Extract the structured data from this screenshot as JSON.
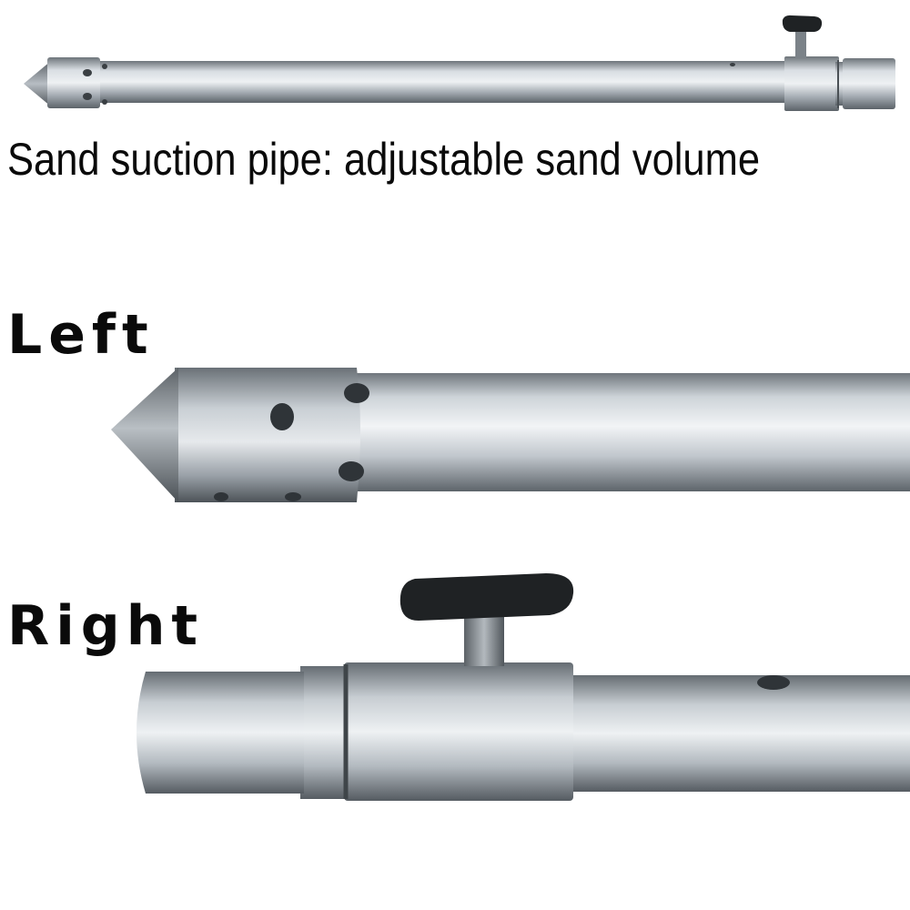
{
  "caption": {
    "title": "Sand suction pipe: adjustable sand volume",
    "left_label": "Left",
    "right_label": "Right"
  },
  "colors": {
    "metal_light": "#d8dde2",
    "metal_mid": "#a9b0b7",
    "metal_dark": "#5f666c",
    "knob": "#1f2224",
    "text": "#0a0a0a"
  },
  "figures": {
    "full_pipe": "full-pipe-photo",
    "left_end": "left-end-closeup",
    "right_end": "right-end-closeup"
  }
}
